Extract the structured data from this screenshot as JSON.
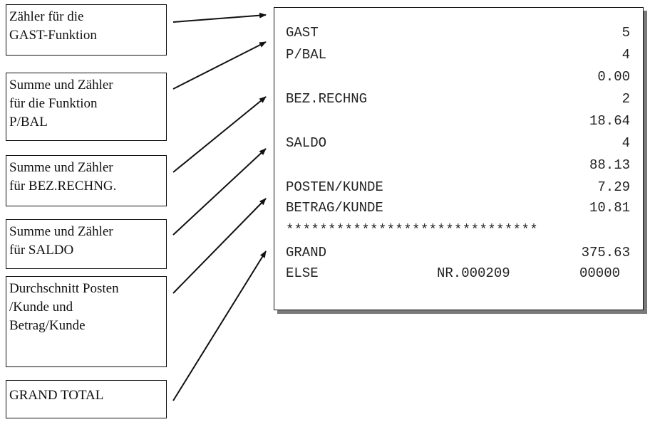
{
  "callouts": [
    {
      "lines": [
        "Zähler für die",
        "GAST-Funktion"
      ]
    },
    {
      "lines": [
        "Summe und Zähler",
        "für die Funktion",
        "P/BAL"
      ]
    },
    {
      "lines": [
        "Summe und Zähler",
        "für BEZ.RECHNG."
      ]
    },
    {
      "lines": [
        "Summe und Zähler",
        "für SALDO"
      ]
    },
    {
      "lines": [
        "Durchschnitt Posten",
        "/Kunde und",
        "Betrag/Kunde"
      ]
    },
    {
      "lines": [
        "GRAND TOTAL"
      ]
    }
  ],
  "receipt": {
    "gast": {
      "label": "GAST",
      "value": "5"
    },
    "pbal": {
      "label": "P/BAL",
      "count": "4",
      "amount": "0.00"
    },
    "bez": {
      "label": "BEZ.RECHNG",
      "count": "2",
      "amount": "18.64"
    },
    "saldo": {
      "label": "SALDO",
      "count": "4",
      "amount": "88.13"
    },
    "posten": {
      "label": "POSTEN/KUNDE",
      "value": "7.29"
    },
    "betrag": {
      "label": "BETRAG/KUNDE",
      "value": "10.81"
    },
    "separator": "******************************",
    "grand": {
      "label": "GRAND",
      "value": "375.63"
    },
    "else": {
      "label": "ELSE",
      "number": "NR.000209",
      "code": "00000"
    }
  }
}
